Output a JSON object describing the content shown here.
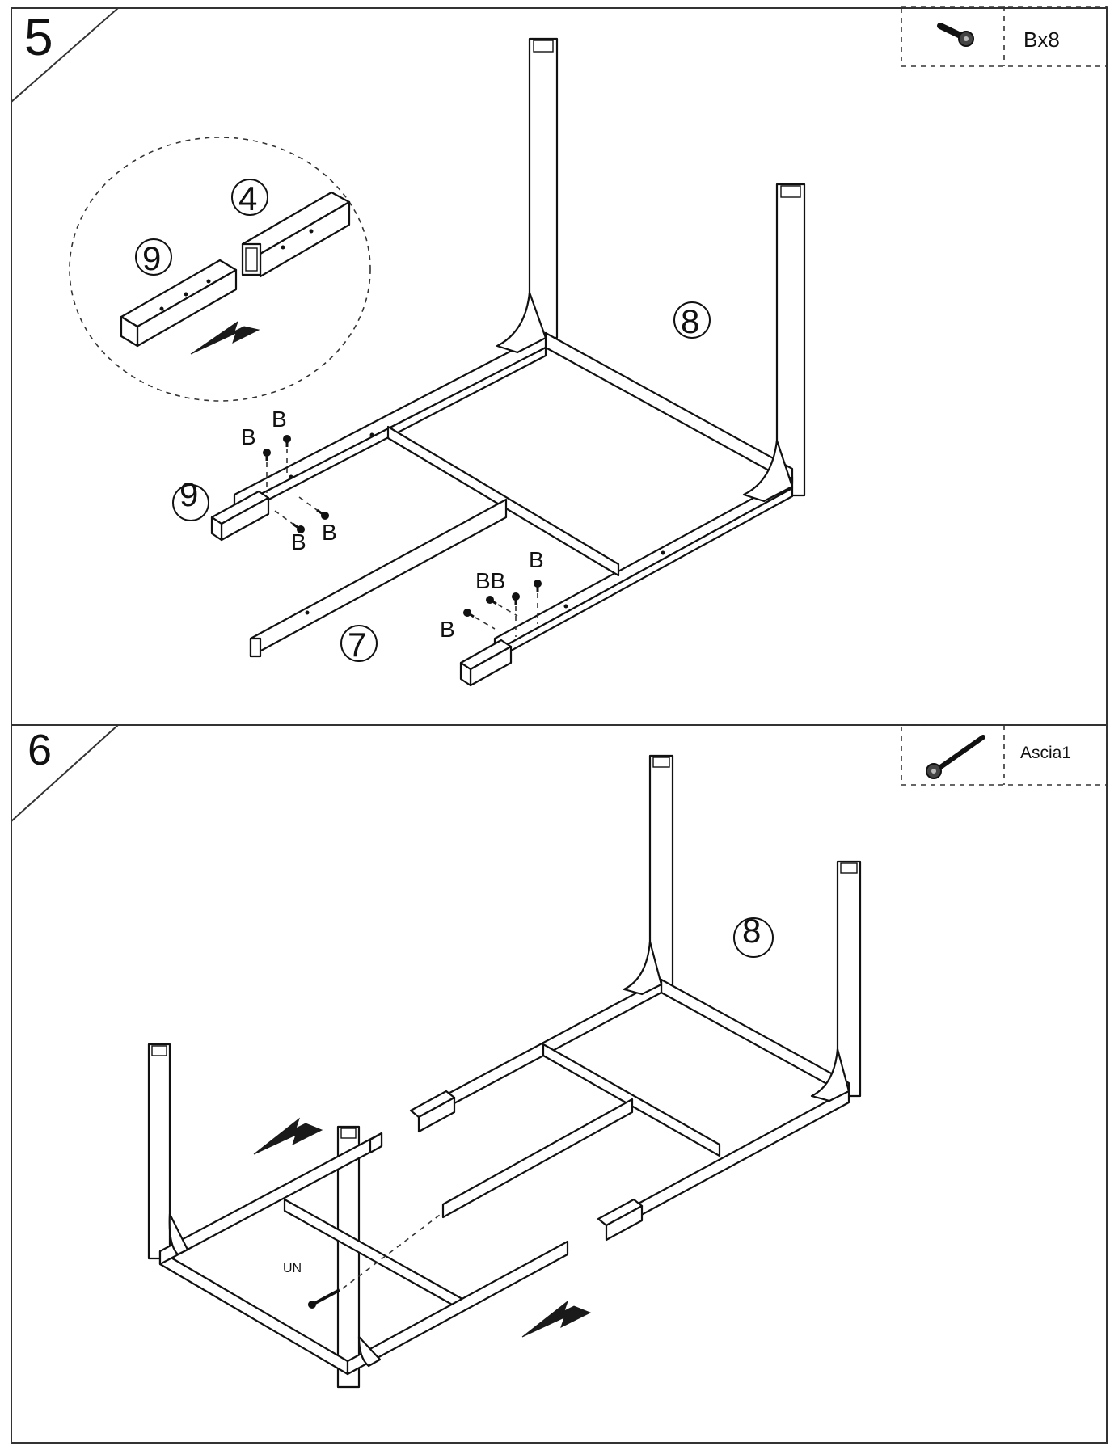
{
  "steps": [
    {
      "number": "5",
      "hardware": {
        "icon": "short-screw-icon",
        "label": "Bx8"
      },
      "parts": {
        "inset_profile": "9",
        "inset_tube": "4",
        "frame": "8",
        "connector": "9",
        "rail": "7"
      },
      "screw_label": "B",
      "screw_pair_label": "BB"
    },
    {
      "number": "6",
      "hardware": {
        "icon": "long-bolt-icon",
        "label": "Ascia1"
      },
      "parts": {
        "frame": "8"
      },
      "bolt_label": "UN"
    }
  ]
}
